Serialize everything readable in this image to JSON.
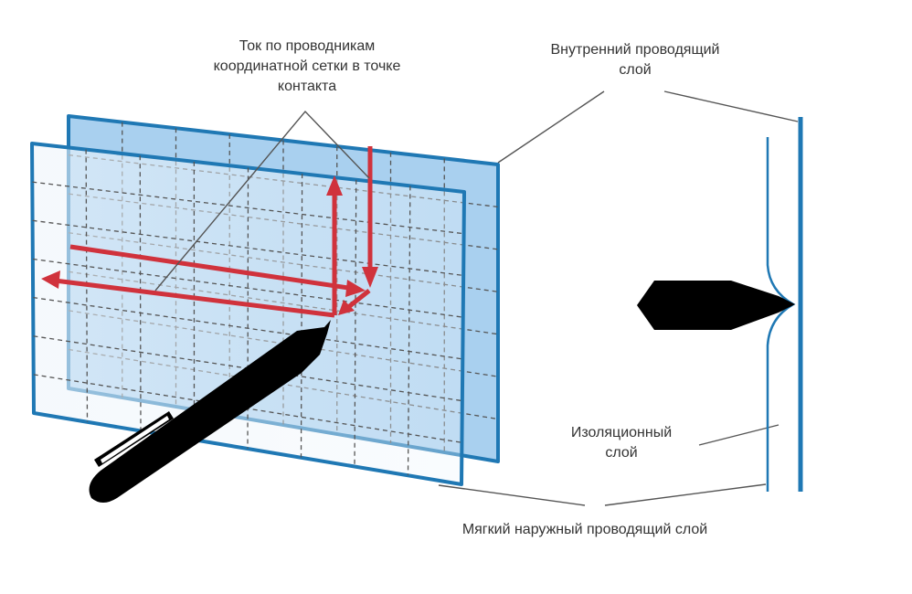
{
  "labels": {
    "current": [
      "Ток по проводникам",
      "координатной сетки в точке",
      "контакта"
    ],
    "inner_layer": [
      "Внутренний проводящий",
      "слой"
    ],
    "insulation": [
      "Изоляционный",
      "слой"
    ],
    "outer_layer": "Мягкий наружный проводящий слой"
  },
  "colors": {
    "panel_border": "#1f78b4",
    "panel_fill": "#a9d0ef",
    "arrow": "#d0323c",
    "pen": "#000000"
  }
}
